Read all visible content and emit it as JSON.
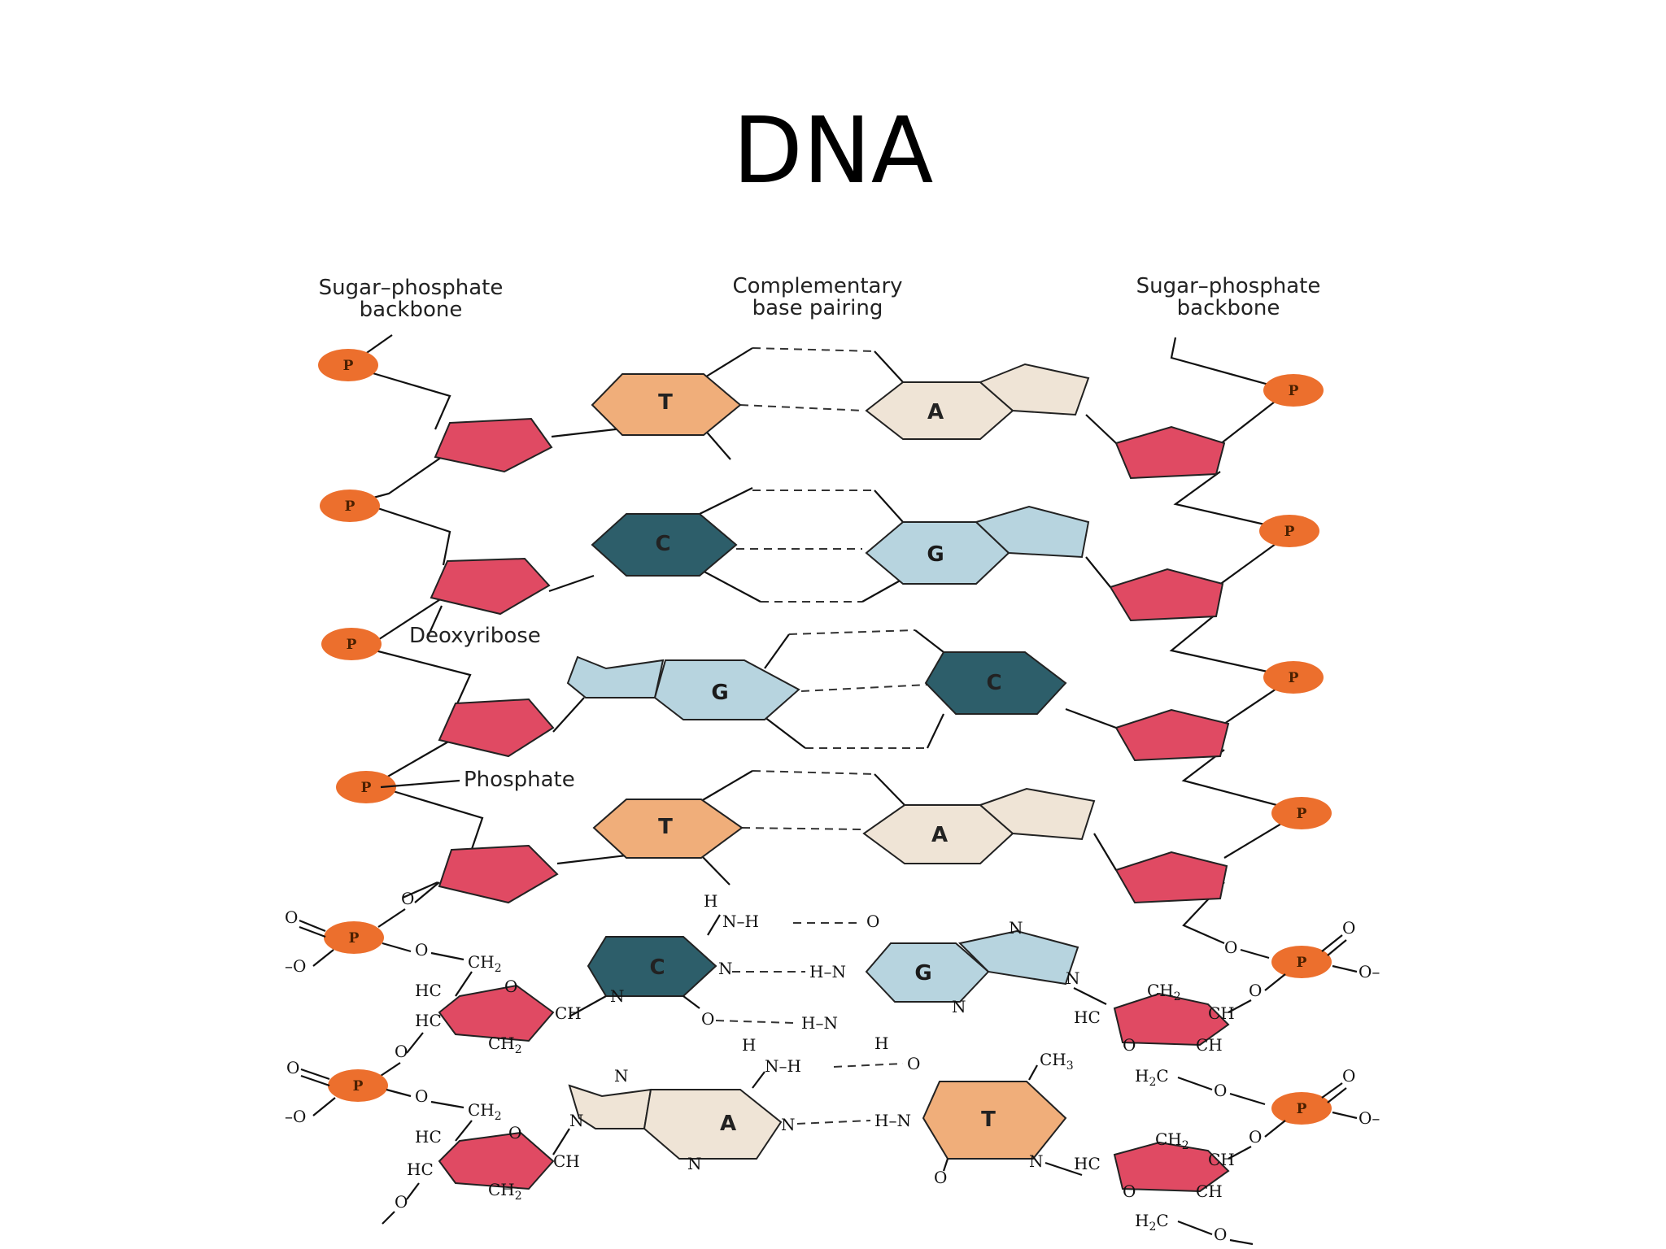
{
  "title": "DNA",
  "headers": {
    "left": [
      "Sugar–phosphate",
      "backbone"
    ],
    "center": [
      "Complementary",
      "base pairing"
    ],
    "right": [
      "Sugar–phosphate",
      "backbone"
    ]
  },
  "labels": {
    "deoxyribose": "Deoxyribose",
    "phosphate": "Phosphate"
  },
  "phosphate_letter": "P",
  "schematic_pairs": [
    {
      "left": "T",
      "right": "A"
    },
    {
      "left": "C",
      "right": "G"
    },
    {
      "left": "G",
      "right": "C"
    },
    {
      "left": "T",
      "right": "A"
    }
  ],
  "chemical_pairs": [
    {
      "left": "C",
      "right": "G"
    },
    {
      "left": "A",
      "right": "T"
    }
  ],
  "atoms": {
    "O": "O",
    "N": "N",
    "H": "H",
    "HC": "HC",
    "CH": "CH",
    "C": "C",
    "CH2": "CH",
    "CH3": "CH",
    "H2C": "H",
    "sub2": "2",
    "sub3": "3",
    "NH": "N–H",
    "HN": "H–N",
    "Ominus": "–O",
    "O_minus": "O–"
  },
  "colors": {
    "sugar": "#e04a63",
    "phosphate": "#ec6f2d",
    "thymine": "#f0ae7a",
    "adenine": "#efe4d6",
    "cytosine": "#2d5e6a",
    "guanine": "#b7d4df"
  }
}
